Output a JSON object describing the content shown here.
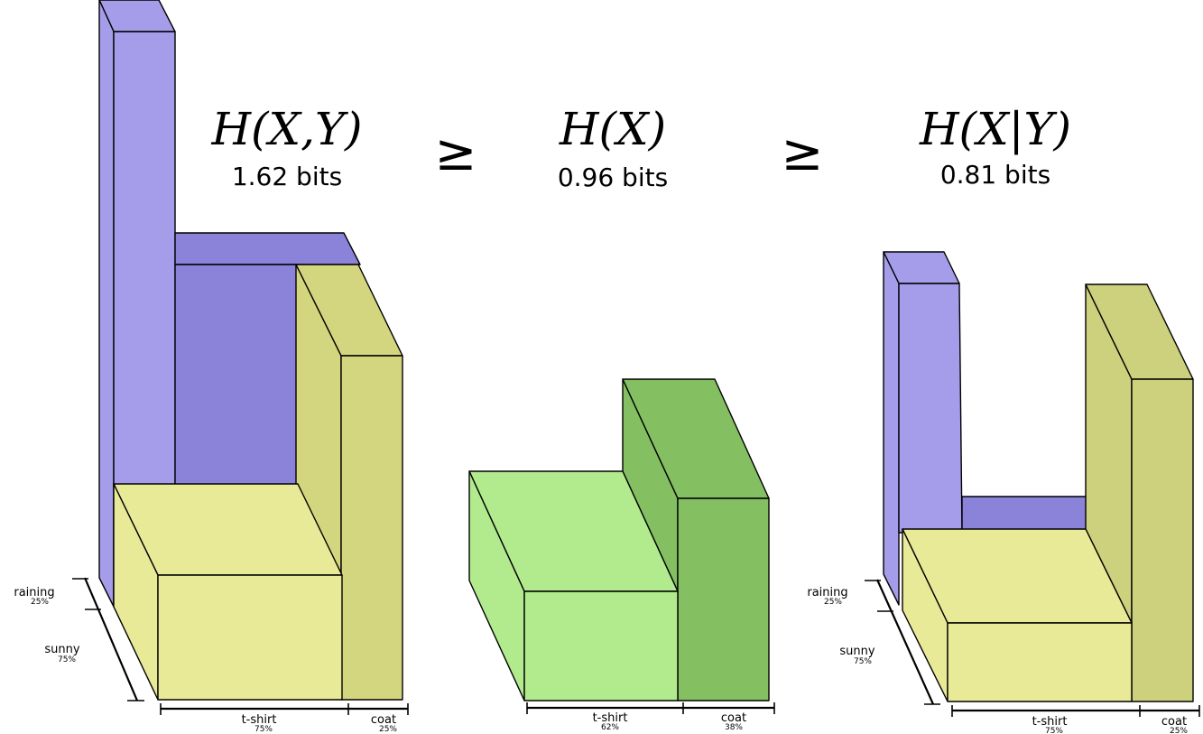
{
  "colors": {
    "raining_light": "#a59dea",
    "raining_dark": "#8b82d9",
    "sunny_top": "#e9ea98",
    "sunny_side": "#d4d67f",
    "coat_cond": "#cdd07c",
    "marginal_light": "#b2ea8e",
    "marginal_dark": "#84bf62"
  },
  "panels": {
    "joint": {
      "formula": "H(X,Y)",
      "bits": "1.62 bits",
      "rows": [
        {
          "label": "raining",
          "pct": "25%"
        },
        {
          "label": "sunny",
          "pct": "75%"
        }
      ],
      "cols": [
        {
          "label": "t-shirt",
          "pct": "75%"
        },
        {
          "label": "coat",
          "pct": "25%"
        }
      ]
    },
    "marginal": {
      "formula": "H(X)",
      "bits": "0.96 bits",
      "cols": [
        {
          "label": "t-shirt",
          "pct": "62%"
        },
        {
          "label": "coat",
          "pct": "38%"
        }
      ]
    },
    "conditional": {
      "formula": "H(X|Y)",
      "bits": "0.81 bits",
      "rows": [
        {
          "label": "raining",
          "pct": "25%"
        },
        {
          "label": "sunny",
          "pct": "75%"
        }
      ],
      "cols": [
        {
          "label": "t-shirt",
          "pct": "75%"
        },
        {
          "label": "coat",
          "pct": "25%"
        }
      ]
    }
  },
  "relations": [
    "≥",
    "≥"
  ]
}
